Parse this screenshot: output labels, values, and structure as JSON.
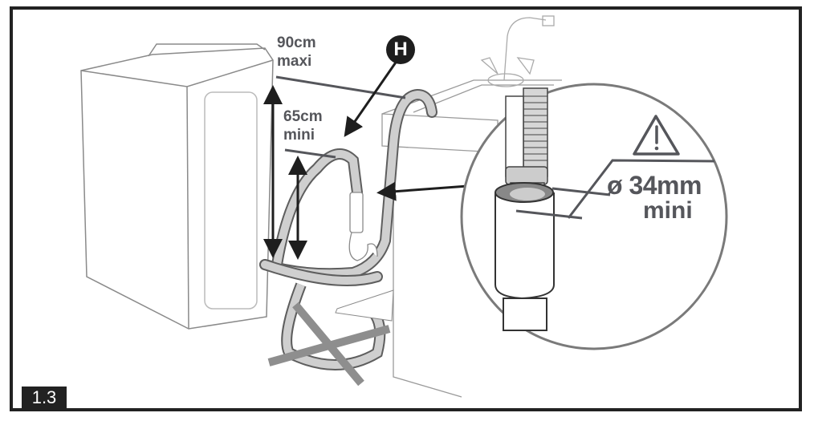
{
  "figure": {
    "number": "1.3",
    "subject": "Drain hose installation"
  },
  "callouts": {
    "component_marker": "H",
    "max_height": {
      "value": "90cm",
      "qualifier": "maxi"
    },
    "min_height": {
      "value": "65cm",
      "qualifier": "mini"
    },
    "drain_pipe_diameter": {
      "value": "ø 34mm",
      "qualifier": "mini"
    }
  },
  "icons": {
    "warning": "warning-triangle-icon",
    "not_allowed": "cross-out-icon"
  },
  "colors": {
    "frame": "#222222",
    "label_text": "#55565b",
    "hose_fill": "#cfcfcf",
    "cross": "#8e8e8e",
    "arrow": "#1e1e1e",
    "outline": "#5a5a5a"
  }
}
